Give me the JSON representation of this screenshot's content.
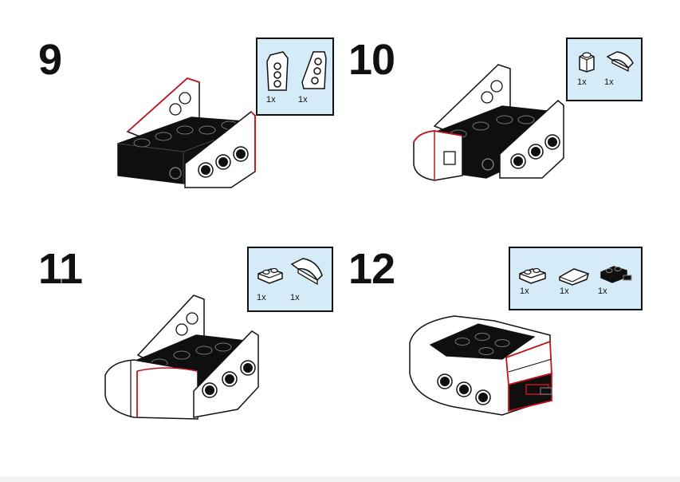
{
  "steps": [
    {
      "number": "9",
      "parts": [
        {
          "qty": "1x",
          "icon": "wedge-plate-left-icon"
        },
        {
          "qty": "1x",
          "icon": "wedge-plate-right-icon"
        }
      ]
    },
    {
      "number": "10",
      "parts": [
        {
          "qty": "1x",
          "icon": "brick-1x1-icon"
        },
        {
          "qty": "1x",
          "icon": "curved-slope-icon"
        }
      ]
    },
    {
      "number": "11",
      "parts": [
        {
          "qty": "1x",
          "icon": "plate-1x2-icon"
        },
        {
          "qty": "1x",
          "icon": "curved-slope-icon"
        }
      ]
    },
    {
      "number": "12",
      "parts": [
        {
          "qty": "1x",
          "icon": "plate-1x2-icon"
        },
        {
          "qty": "1x",
          "icon": "slope-tile-icon"
        },
        {
          "qty": "1x",
          "icon": "clip-plate-black-icon"
        }
      ]
    }
  ],
  "colors": {
    "panel": "#d5ecf8",
    "black_part": "#0f0f0f",
    "highlight": "#c0141c"
  }
}
